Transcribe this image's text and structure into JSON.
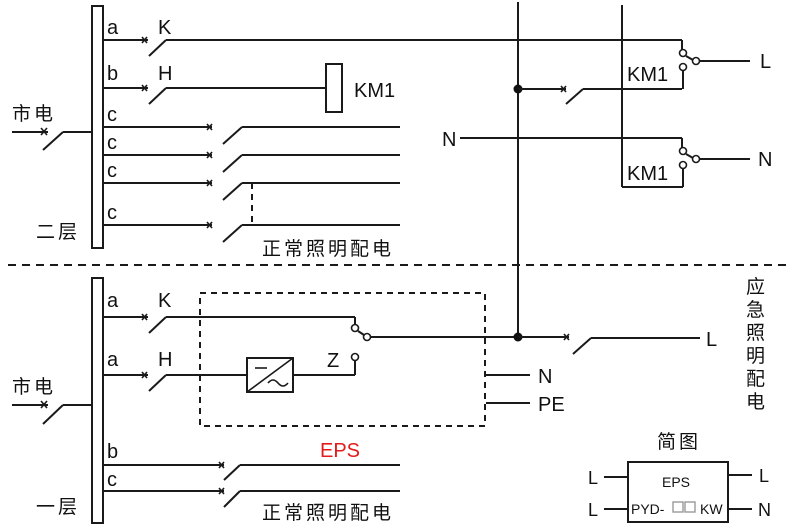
{
  "colors": {
    "line": "#1a1a1a",
    "eps_label": "#e31b1b",
    "placeholder_box": "#9a9a9a"
  },
  "upper_floor": {
    "source_label": "市电",
    "floor_label": "二层",
    "circuits": [
      {
        "tag": "a",
        "switch": "K"
      },
      {
        "tag": "b",
        "switch": "H"
      },
      {
        "tag": "c",
        "switch": ""
      },
      {
        "tag": "c",
        "switch": ""
      },
      {
        "tag": "c",
        "switch": ""
      },
      {
        "tag": "c",
        "switch": ""
      }
    ],
    "coil_label": "KM1",
    "normal_lighting_label": "正常照明配电"
  },
  "transfer_panel": {
    "neutral_in_label": "N",
    "contactor_top_label": "KM1",
    "contactor_bottom_label": "KM1",
    "output_line_label": "L",
    "output_neutral_label": "N"
  },
  "lower_floor": {
    "source_label": "市电",
    "floor_label": "一层",
    "circuits": [
      {
        "tag": "a",
        "switch": "K"
      },
      {
        "tag": "a",
        "switch": "H"
      },
      {
        "tag": "b",
        "switch": ""
      },
      {
        "tag": "c",
        "switch": ""
      }
    ],
    "inverter_output_label": "Z",
    "eps_label": "EPS",
    "eps_neutral_label": "N",
    "eps_pe_label": "PE",
    "emergency_output_label": "L",
    "normal_lighting_label": "正常照明配电"
  },
  "side_label": [
    "应",
    "急",
    "照",
    "明",
    "配",
    "电"
  ],
  "legend": {
    "title": "简图",
    "box_title": "EPS",
    "model_prefix": "PYD-",
    "model_suffix": "KW",
    "in_top": "L",
    "in_bottom": "L",
    "out_top": "L",
    "out_bottom": "N"
  }
}
